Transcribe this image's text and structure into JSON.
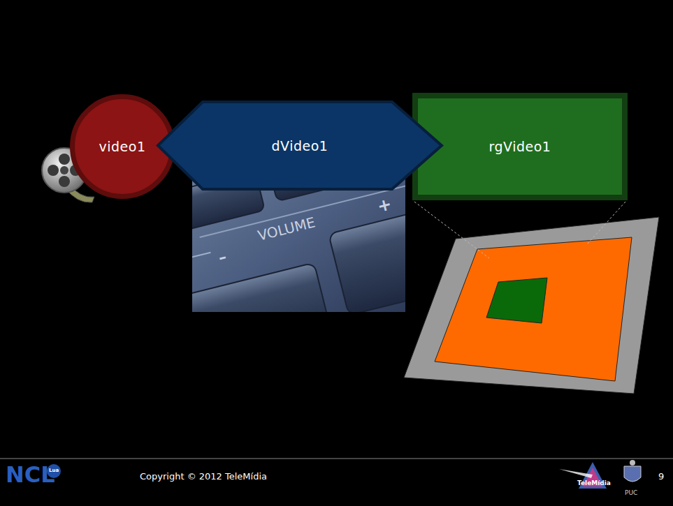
{
  "diagram": {
    "nodes": [
      {
        "text": [
          "video1"
        ]
      },
      {
        "text": [
          "dVideo1"
        ]
      },
      {
        "text": [
          "rgVideo1"
        ]
      }
    ],
    "labels": [
      "VOLUME",
      "+",
      "–",
      "NCL",
      "Lua",
      "Copyright © 2012 TeleMídia",
      "TeleMídia",
      "PUC",
      "9"
    ]
  }
}
